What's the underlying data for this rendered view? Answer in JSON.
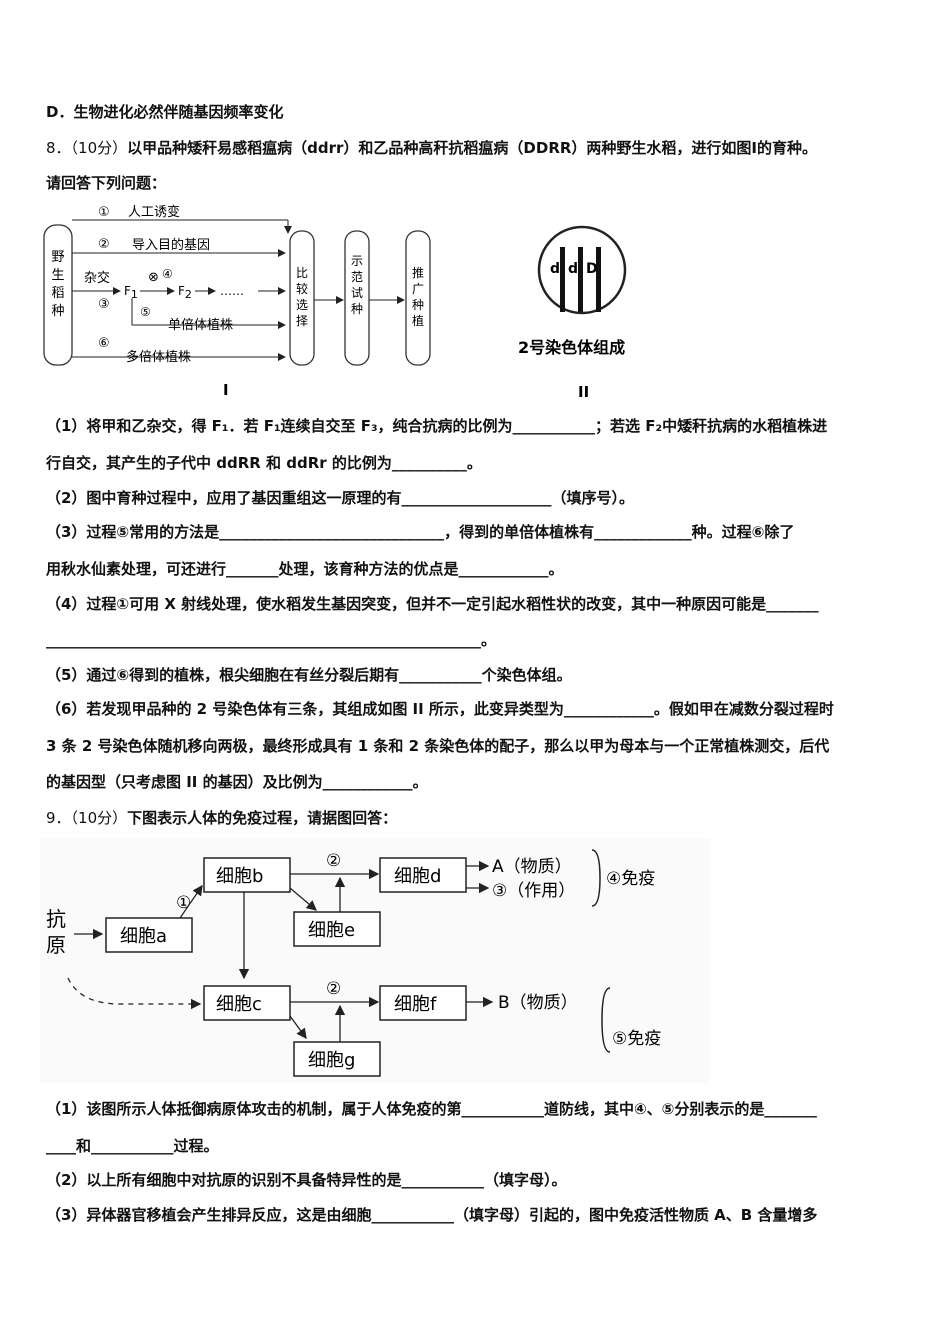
{
  "q7": {
    "option_d": "D．生物进化必然伴随基因频率变化"
  },
  "q8": {
    "number": "8．",
    "score": "（10分）",
    "stem_1": "以甲品种矮秆易感稻瘟病（ddrr）和乙品种高秆抗稻瘟病（DDRR）两种野生水稻，进行如图Ⅰ的育种。",
    "stem_2": "请回答下列问题：",
    "fig1": {
      "left_box": [
        "野",
        "生",
        "稻",
        "种"
      ],
      "routes": [
        "①",
        "②",
        "杂交",
        "③",
        "⑥"
      ],
      "route_labels": [
        "人工诱变",
        "导入目的基因",
        "单倍体植株",
        "多倍体植株"
      ],
      "f1": "F",
      "f1_sub": "1",
      "f2": "F",
      "f2_sub": "2",
      "dots": "……",
      "circled_x": "⊗",
      "four": "④",
      "five": "⑤",
      "box_compare": [
        "比",
        "较",
        "选",
        "择"
      ],
      "box_demo": [
        "示",
        "范",
        "试",
        "种"
      ],
      "box_promote": [
        "推",
        "广",
        "种",
        "植"
      ],
      "caption": "I"
    },
    "fig2": {
      "genes": [
        "d",
        "d",
        "D"
      ],
      "label": "2号染色体组成",
      "caption": "II"
    },
    "p1_a": "（1）将甲和乙杂交，得 F₁．若 F₁连续自交至 F₃，纯合抗病的比例为___________；若选 F₂中矮秆抗病的水稻植株进",
    "p1_b": "行自交，其产生的子代中 ddRR 和 ddRr 的比例为__________。",
    "p2": "（2）图中育种过程中，应用了基因重组这一原理的有____________________（填序号）。",
    "p3_a": "（3）过程⑤常用的方法是______________________________，得到的单倍体植株有_____________种。过程⑥除了",
    "p3_b": "用秋水仙素处理，可还进行_______处理，该育种方法的优点是____________。",
    "p4_a": "（4）过程①可用 X 射线处理，使水稻发生基因突变，但并不一定引起水稻性状的改变，其中一种原因可能是_______",
    "p4_b": "__________________________________________________________。",
    "p5": "（5）通过⑥得到的植株，根尖细胞在有丝分裂后期有___________个染色体组。",
    "p6_a": "（6）若发现甲品种的 2 号染色体有三条，其组成如图 II 所示，此变异类型为____________。假如甲在减数分裂过程时",
    "p6_b": "3 条 2 号染色体随机移向两极，最终形成具有 1 条和 2 条染色体的配子，那么以甲为母本与一个正常植株测交，后代",
    "p6_c": "的基因型（只考虑图 II 的基因）及比例为____________。"
  },
  "q9": {
    "number": "9．",
    "score": "（10分）",
    "stem": "下图表示人体的免疫过程，请据图回答：",
    "fig": {
      "antigen": [
        "抗",
        "原"
      ],
      "cell_a": "细胞a",
      "cell_b": "细胞b",
      "cell_c_top": "细胞c",
      "cell_d": "细胞d",
      "cell_e": "细胞e",
      "cell_f": "细胞f",
      "cell_g": "细胞g",
      "step1": "①",
      "step2_top": "②",
      "step2_bottom": "②",
      "out_a": "A（物质）",
      "out_3": "③（作用）",
      "immune4": "④免疫",
      "out_b": "B（物质）",
      "immune5": "⑤免疫"
    },
    "p1_a": "（1）该图所示人体抵御病原体攻击的机制，属于人体免疫的第___________道防线，其中④、⑤分别表示的是_______",
    "p1_b": "____和___________过程。",
    "p2": "（2）以上所有细胞中对抗原的识别不具备特异性的是___________（填字母）。",
    "p3": "（3）异体器官移植会产生排异反应，这是由细胞___________（填字母）引起的，图中免疫活性物质 A、B 含量增多"
  }
}
